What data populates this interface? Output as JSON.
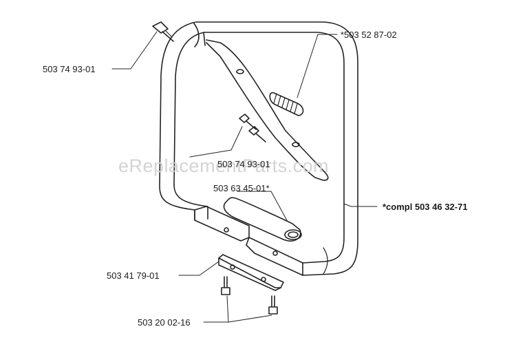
{
  "watermark": "eReplacementParts.com",
  "parts": {
    "screw_top": "503 74 93-01",
    "grip_spring": "*503 52 87-02",
    "screws_mid": "503 74 93-01",
    "grip_sleeve": "503 63 45-01*",
    "handle_complete": "*compl 503 46 32-71",
    "clamp_plate": "503 41 79-01",
    "bolts_bottom": "503 20 02-16"
  }
}
